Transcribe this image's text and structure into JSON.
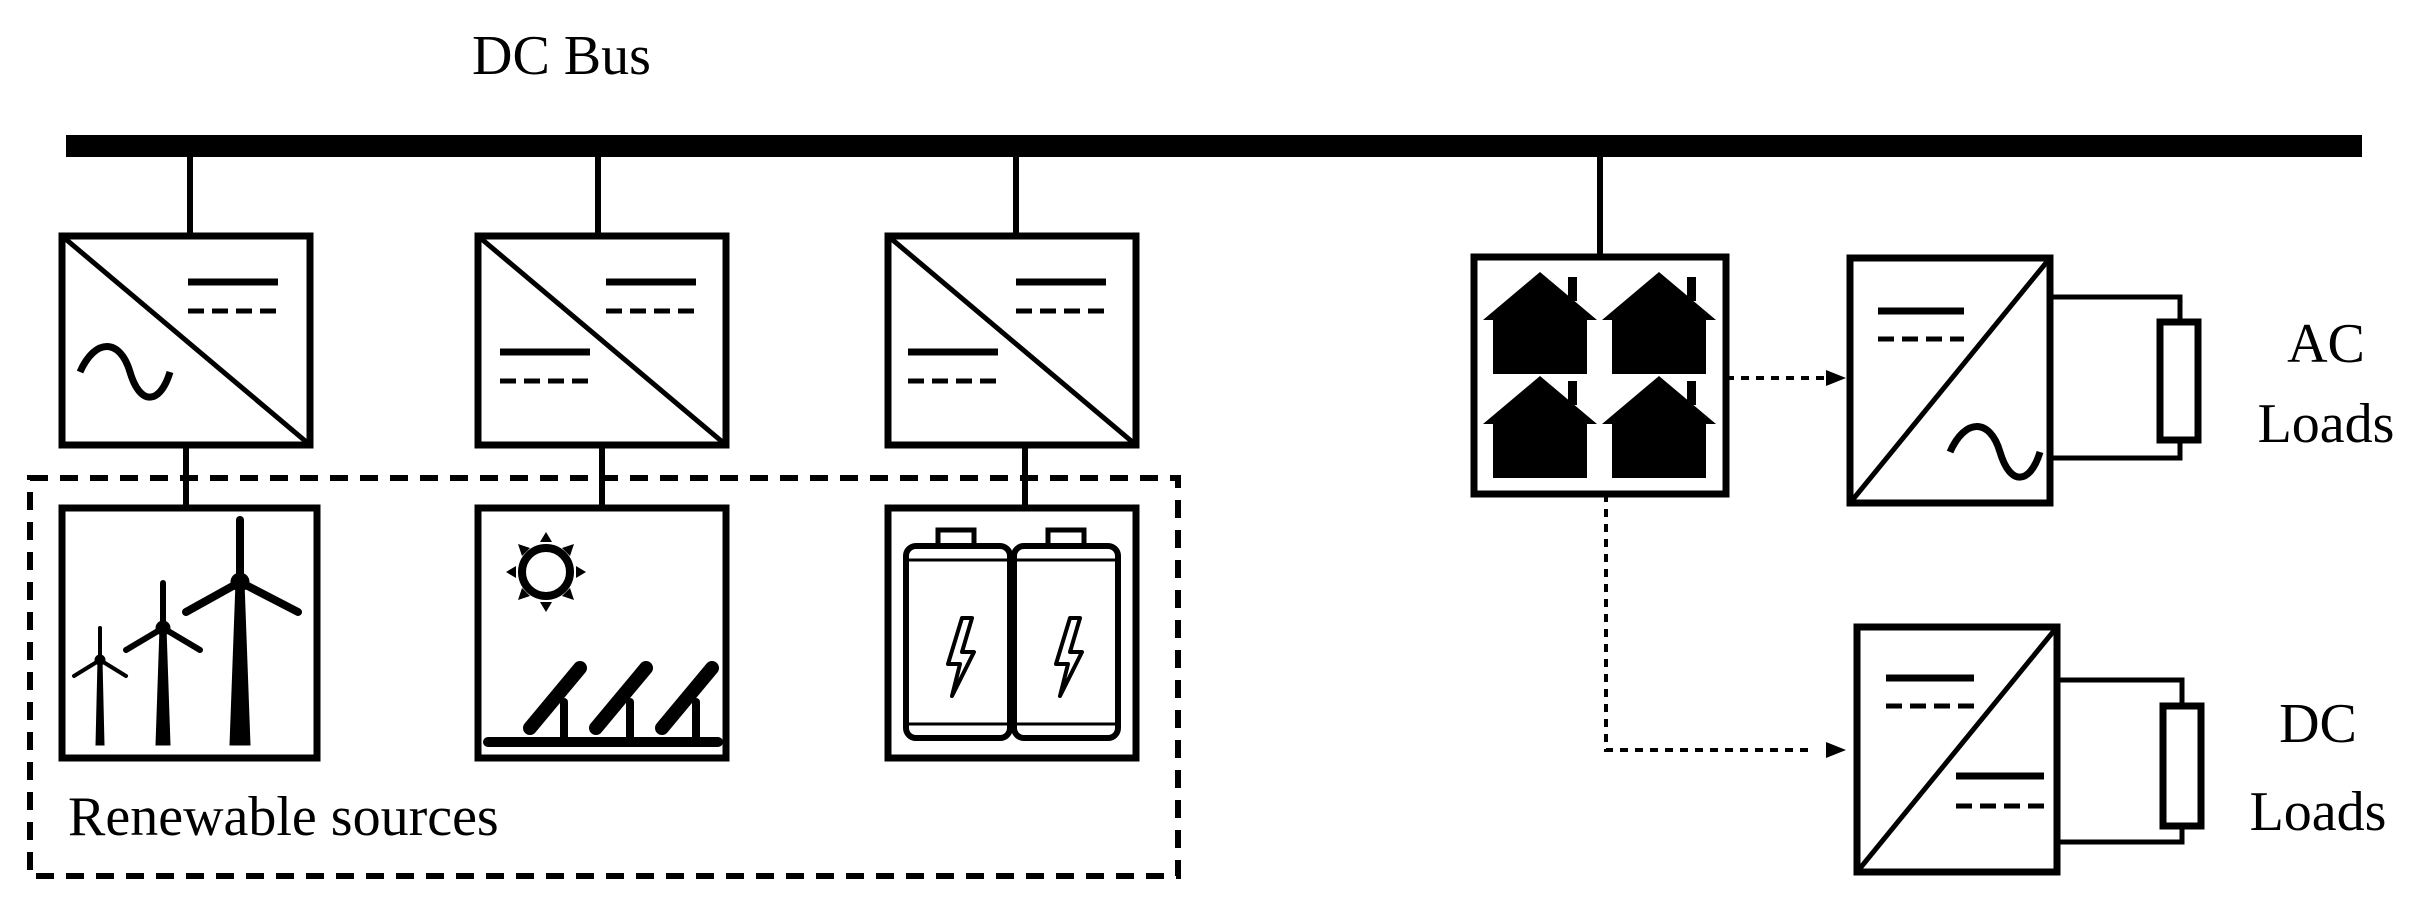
{
  "labels": {
    "dc_bus": "DC Bus",
    "renewable_sources": "Renewable sources",
    "ac_loads_line1": "AC",
    "ac_loads_line2": "Loads",
    "dc_loads_line1": "DC",
    "dc_loads_line2": "Loads"
  },
  "colors": {
    "stroke": "#000000",
    "fill": "#ffffff"
  }
}
